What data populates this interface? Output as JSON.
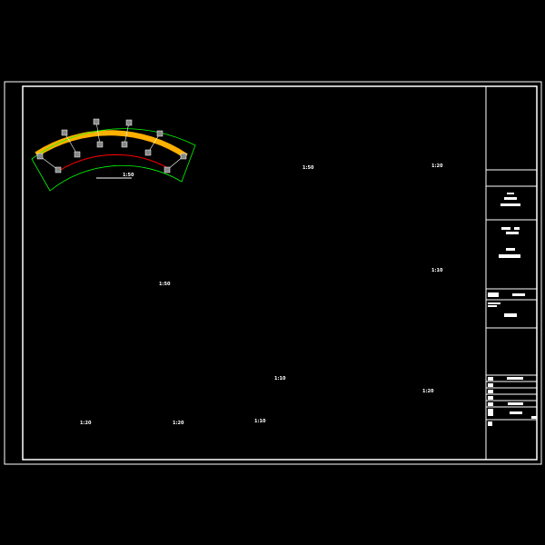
{
  "drawing": {
    "background": "#000000",
    "colors": {
      "frame": "#ffffff",
      "dim": "#00ff00",
      "beam": "#ffb000",
      "axis": "#ff0000"
    },
    "scales": {
      "plan_top": "1:50",
      "plan_roof": "1:50",
      "elevation": "1:50",
      "detail_1": "1:20",
      "detail_2": "1:10",
      "detail_3": "1:20",
      "footing_plan": "1:20",
      "footing_section": "1:20",
      "section_a": "1:10",
      "column_plan": "1:10"
    }
  }
}
